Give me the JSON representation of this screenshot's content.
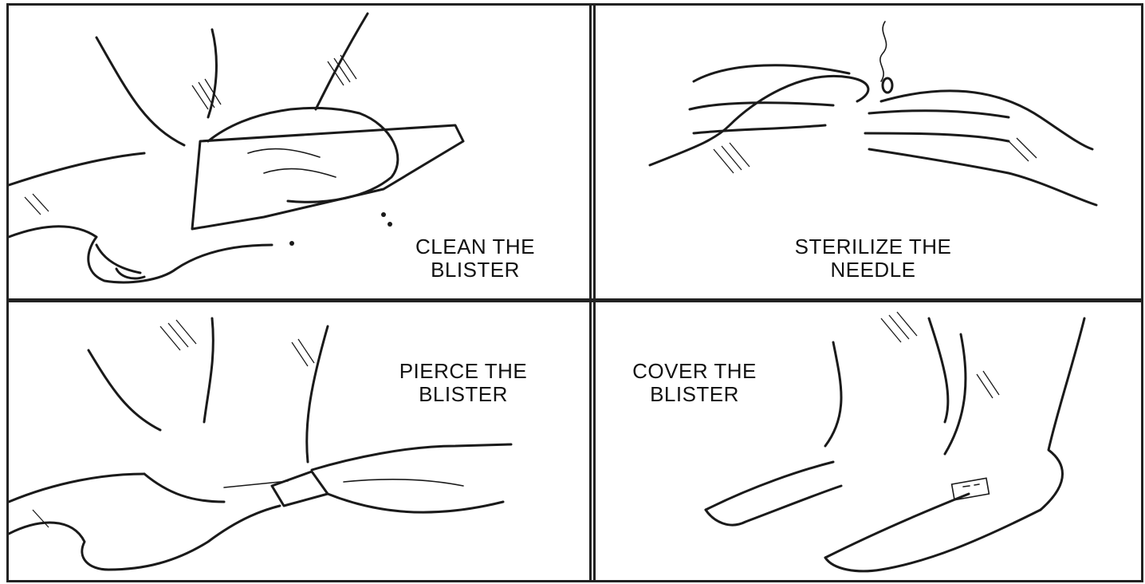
{
  "panels": [
    {
      "id": "clean",
      "line1": "CLEAN THE",
      "line2": "BLISTER"
    },
    {
      "id": "sterilize",
      "line1": "STERILIZE THE",
      "line2": "NEEDLE"
    },
    {
      "id": "pierce",
      "line1": "PIERCE THE",
      "line2": "BLISTER"
    },
    {
      "id": "cover",
      "line1": "COVER THE",
      "line2": "BLISTER"
    }
  ],
  "colors": {
    "ink": "#1a1a1a",
    "paper": "#ffffff"
  }
}
